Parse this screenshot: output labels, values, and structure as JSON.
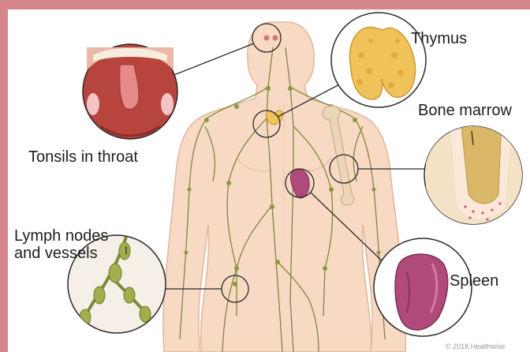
{
  "labels": {
    "thymus": "Thymus",
    "bone_marrow": "Bone marrow",
    "tonsils": "Tonsils in throat",
    "lymph_line1": "Lymph nodes",
    "lymph_line2": "and vessels",
    "spleen": "Spleen"
  },
  "copyright": "© 2018 Healthwise",
  "colors": {
    "frame": "#d4868a",
    "skin": "#f7d9c4",
    "skin_outline": "#e2b69c",
    "lymph": "#7e8a3a",
    "thymus": "#f0c25a",
    "spleen": "#b04a7a",
    "bone": "#e7cfae",
    "throat": "#b8443e"
  }
}
